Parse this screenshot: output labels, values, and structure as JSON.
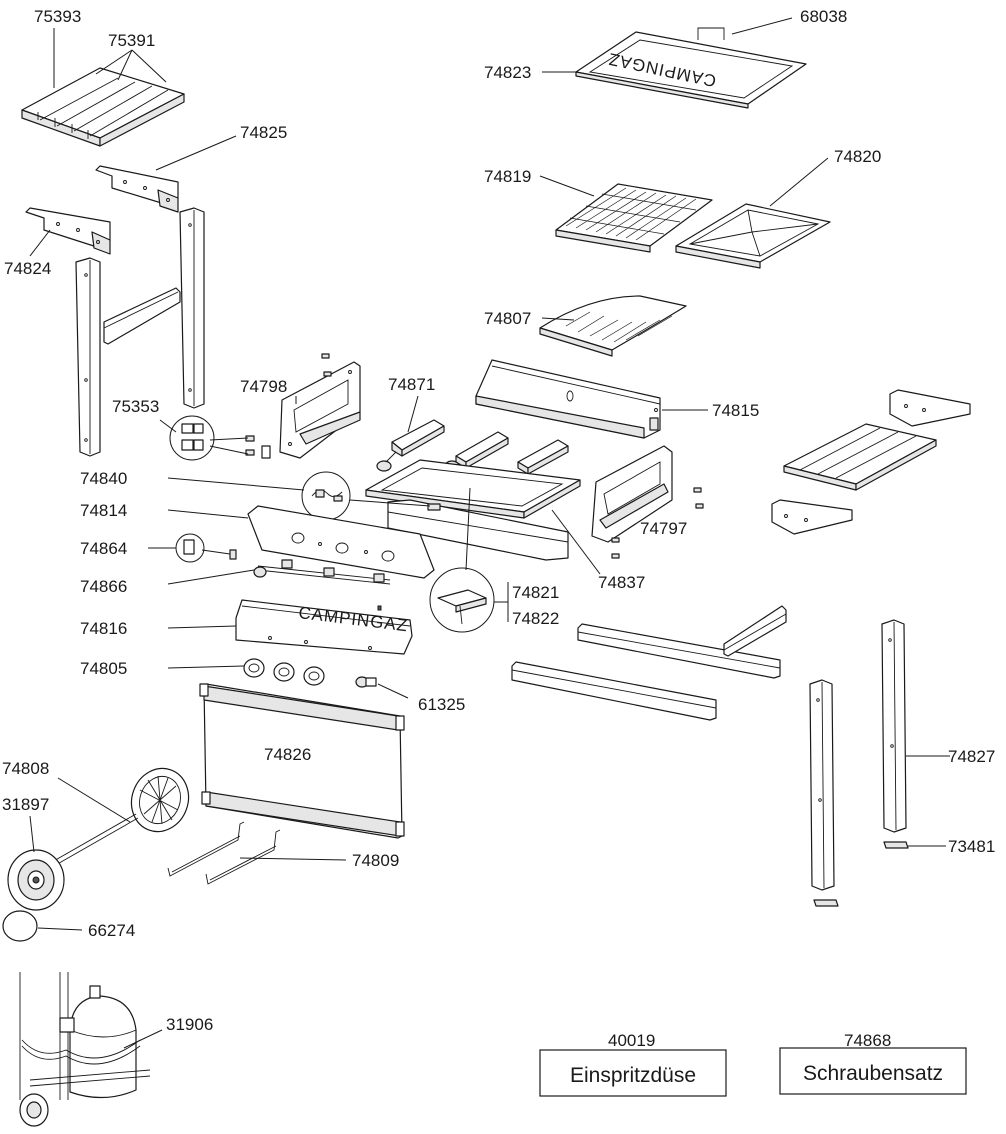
{
  "callouts": {
    "p75393": "75393",
    "p75391": "75391",
    "p68038": "68038",
    "p74823": "74823",
    "p74825": "74825",
    "p74819": "74819",
    "p74820": "74820",
    "p74824": "74824",
    "p74807": "74807",
    "p74798": "74798",
    "p74871": "74871",
    "p74815": "74815",
    "p75353": "75353",
    "p74840": "74840",
    "p74797": "74797",
    "p74814": "74814",
    "p74864": "74864",
    "p74837": "74837",
    "p74866": "74866",
    "p74821": "74821",
    "p74822": "74822",
    "p74816": "74816",
    "p74805": "74805",
    "p61325": "61325",
    "p74826": "74826",
    "p74827": "74827",
    "p74808": "74808",
    "p31897": "31897",
    "p74809": "74809",
    "p73481": "73481",
    "p66274": "66274",
    "p31906": "31906",
    "p40019": "40019",
    "p74868": "74868"
  },
  "boxes": {
    "injector": "Einspritzdüse",
    "screws": "Schraubensatz"
  },
  "markings": {
    "brand": "CAMPINGAZ"
  }
}
